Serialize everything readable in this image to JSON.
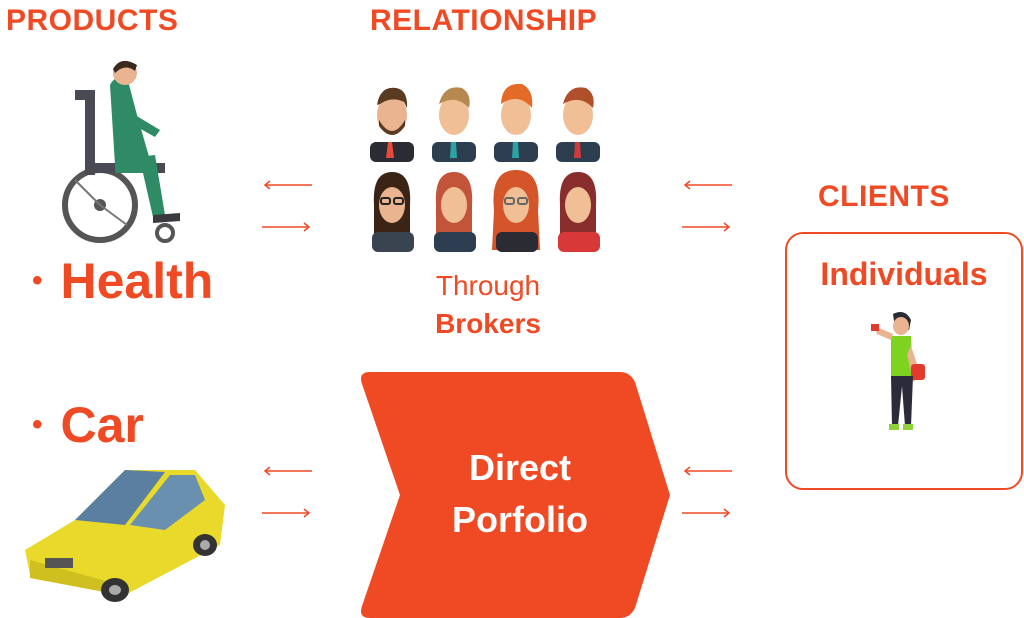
{
  "headings": {
    "products": "PRODUCTS",
    "relationship": "RELATIONSHIP",
    "clients": "CLIENTS"
  },
  "products": [
    {
      "label": "Health",
      "icon": "wheelchair-patient-icon"
    },
    {
      "label": "Car",
      "icon": "yellow-car-icon"
    }
  ],
  "relationship": {
    "through": "Through",
    "brokers": "Brokers",
    "direct_line1": "Direct",
    "direct_line2": "Porfolio"
  },
  "clients": {
    "box_title": "Individuals",
    "icon": "woman-with-phone-icon"
  },
  "colors": {
    "accent": "#f04a25",
    "white": "#ffffff"
  }
}
